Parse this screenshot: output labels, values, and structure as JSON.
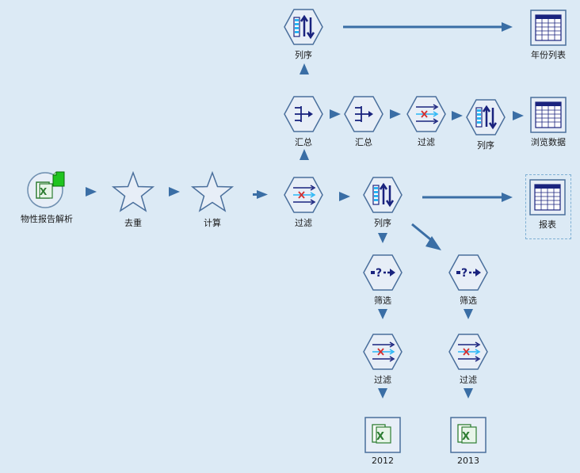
{
  "nodes": {
    "excel_source": {
      "label": "物性报告解析",
      "icon": "excel-source-icon"
    },
    "distinct": {
      "label": "去重",
      "icon": "star-icon"
    },
    "derive": {
      "label": "计算",
      "icon": "star-icon"
    },
    "filter_main": {
      "label": "过滤",
      "icon": "filter-icon"
    },
    "sort_main": {
      "label": "列序",
      "icon": "sort-icon"
    },
    "report": {
      "label": "报表",
      "icon": "table-icon"
    },
    "aggregate_1": {
      "label": "汇总",
      "icon": "aggregate-icon"
    },
    "aggregate_2": {
      "label": "汇总",
      "icon": "aggregate-icon"
    },
    "filter_mid": {
      "label": "过滤",
      "icon": "filter-icon"
    },
    "sort_mid": {
      "label": "列序",
      "icon": "sort-icon"
    },
    "browse_table": {
      "label": "浏览数据",
      "icon": "table-icon"
    },
    "sort_top": {
      "label": "列序",
      "icon": "sort-icon"
    },
    "year_table": {
      "label": "年份列表",
      "icon": "table-icon"
    },
    "select_a": {
      "label": "筛选",
      "icon": "select-icon"
    },
    "select_b": {
      "label": "筛选",
      "icon": "select-icon"
    },
    "filter_a": {
      "label": "过滤",
      "icon": "filter-icon"
    },
    "filter_b": {
      "label": "过滤",
      "icon": "filter-icon"
    },
    "excel_2012": {
      "label": "2012",
      "icon": "excel-export-icon"
    },
    "excel_2013": {
      "label": "2013",
      "icon": "excel-export-icon"
    }
  },
  "colors": {
    "background": "#dceaf5",
    "arrow": "#3a6ea5",
    "hex_fill": "#e7eef7",
    "hex_stroke": "#4a6f9c",
    "icon_navy": "#1a237e",
    "icon_red": "#d32f2f",
    "excel_green": "#2e7d32",
    "excel_badge": "#1fc41f"
  }
}
